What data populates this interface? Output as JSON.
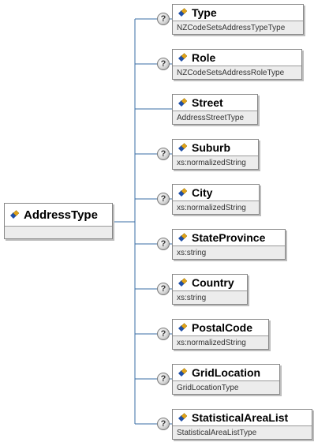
{
  "root": {
    "name": "AddressType"
  },
  "optional_marker": "?",
  "elements": [
    {
      "name": "Type",
      "type": "NZCodeSetsAddressTypeType",
      "optional": true
    },
    {
      "name": "Role",
      "type": "NZCodeSetsAddressRoleType",
      "optional": true
    },
    {
      "name": "Street",
      "type": "AddressStreetType",
      "optional": false
    },
    {
      "name": "Suburb",
      "type": "xs:normalizedString",
      "optional": true
    },
    {
      "name": "City",
      "type": "xs:normalizedString",
      "optional": true
    },
    {
      "name": "StateProvince",
      "type": "xs:string",
      "optional": true
    },
    {
      "name": "Country",
      "type": "xs:string",
      "optional": true
    },
    {
      "name": "PostalCode",
      "type": "xs:normalizedString",
      "optional": true
    },
    {
      "name": "GridLocation",
      "type": "GridLocationType",
      "optional": true
    },
    {
      "name": "StatisticalAreaList",
      "type": "StatisticalAreaListType",
      "optional": true
    }
  ],
  "colors": {
    "connector": "#3a6ea5",
    "icon_blue": "#1f4fa8",
    "icon_gold": "#e0a21a"
  }
}
